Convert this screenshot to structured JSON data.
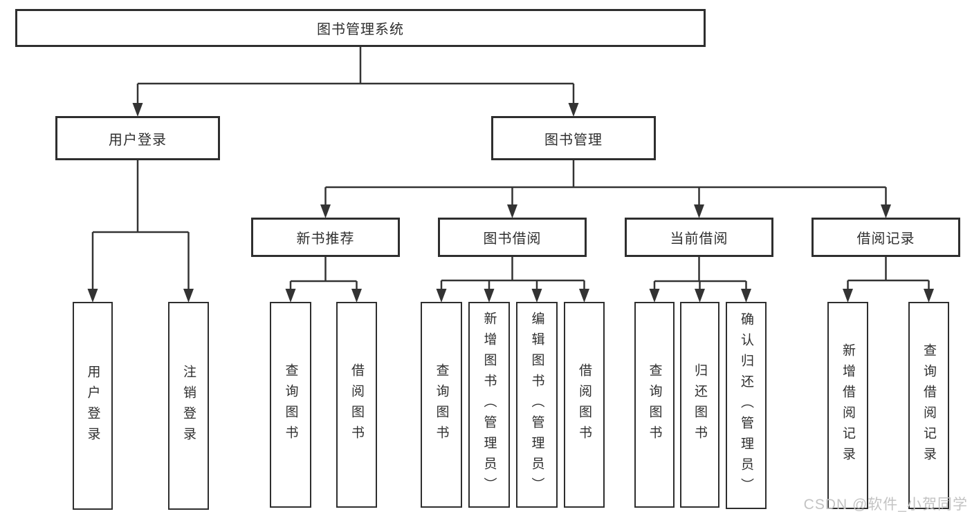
{
  "diagram": {
    "line_color": "#333333",
    "box_border_color": "#2e2e2e",
    "text_color": "#2f2f2f",
    "tree": {
      "id": "root",
      "label": "图书管理系统",
      "children": [
        {
          "id": "user-login",
          "label": "用户登录",
          "children": [
            {
              "id": "leaf-user-login",
              "label": "用户登录"
            },
            {
              "id": "leaf-logout",
              "label": "注销登录"
            }
          ]
        },
        {
          "id": "book-mgmt",
          "label": "图书管理",
          "children": [
            {
              "id": "new-book-rec",
              "label": "新书推荐",
              "children": [
                {
                  "id": "leaf-query-book-1",
                  "label": "查询图书"
                },
                {
                  "id": "leaf-borrow-book-1",
                  "label": "借阅图书"
                }
              ]
            },
            {
              "id": "book-borrow",
              "label": "图书借阅",
              "children": [
                {
                  "id": "leaf-query-book-2",
                  "label": "查询图书"
                },
                {
                  "id": "leaf-add-book",
                  "label": "新增图书（管理员）"
                },
                {
                  "id": "leaf-edit-book",
                  "label": "编辑图书（管理员）"
                },
                {
                  "id": "leaf-borrow-book-2",
                  "label": "借阅图书"
                }
              ]
            },
            {
              "id": "current-borrow",
              "label": "当前借阅",
              "children": [
                {
                  "id": "leaf-query-book-3",
                  "label": "查询图书"
                },
                {
                  "id": "leaf-return-book",
                  "label": "归还图书"
                },
                {
                  "id": "leaf-confirm-return",
                  "label": "确认归还（管理员）"
                }
              ]
            },
            {
              "id": "borrow-records",
              "label": "借阅记录",
              "children": [
                {
                  "id": "leaf-add-record",
                  "label": "新增借阅记录"
                },
                {
                  "id": "leaf-query-record",
                  "label": "查询借阅记录"
                }
              ]
            }
          ]
        }
      ]
    }
  },
  "watermark": {
    "text": "CSDN @软件_小贺同学",
    "color": "#c3c3c3"
  }
}
